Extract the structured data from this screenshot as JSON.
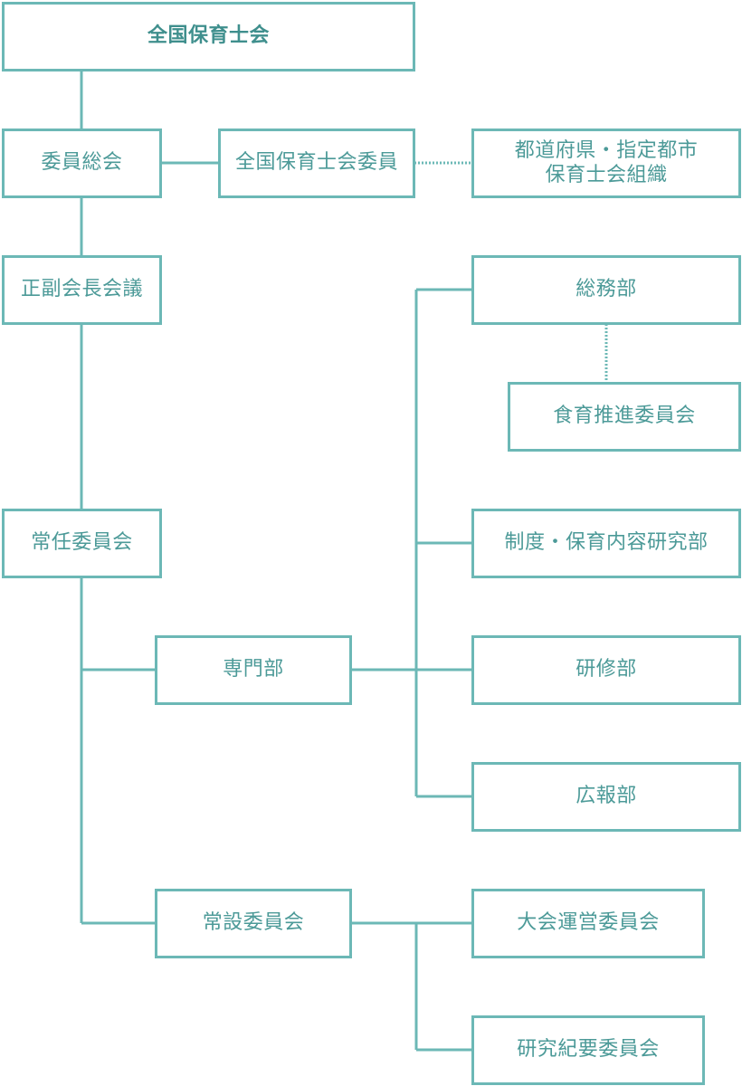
{
  "nodes": {
    "top": "全国保育士会",
    "general_meeting": "委員総会",
    "national_committee": "全国保育士会委員",
    "prefectural_org": "都道府県・指定都市\n保育士会組織",
    "vice_chairs_meeting": "正副会長会議",
    "general_affairs": "総務部",
    "food_education": "食育推進委員会",
    "standing_committee": "常任委員会",
    "system_research": "制度・保育内容研究部",
    "specialized_dept": "専門部",
    "training_dept": "研修部",
    "pr_dept": "広報部",
    "permanent_committee": "常設委員会",
    "convention_committee": "大会運営委員会",
    "bulletin_committee": "研究紀要委員会"
  },
  "colors": {
    "line": "#6cb8b6",
    "text": "#4c9a98"
  }
}
